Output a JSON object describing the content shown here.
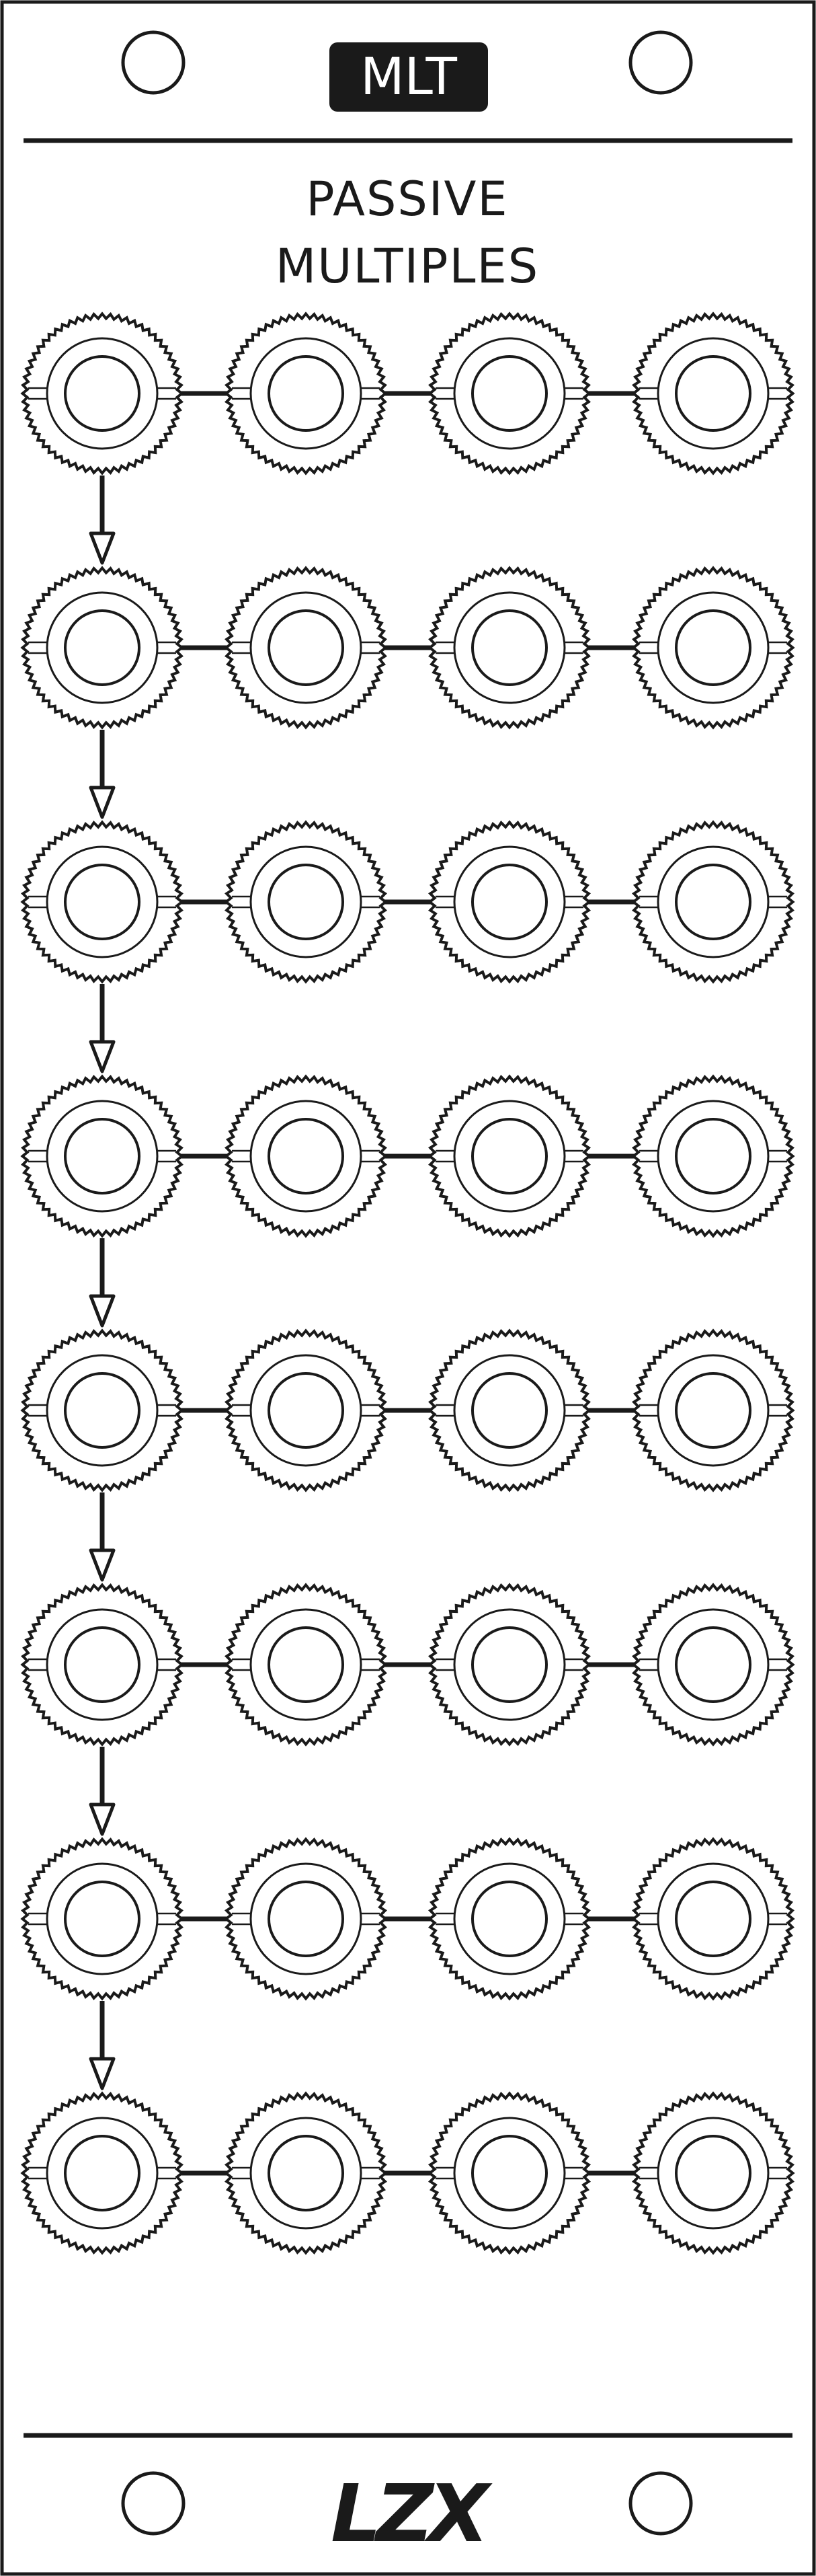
{
  "module": {
    "badge": "MLT",
    "title_line1": "PASSIVE",
    "title_line2": "MULTIPLES",
    "logo": "LZX"
  },
  "jacks": {
    "rows": 8,
    "cols": 4
  },
  "colors": {
    "panel": "#ffffff",
    "ink": "#1a1a1a"
  }
}
